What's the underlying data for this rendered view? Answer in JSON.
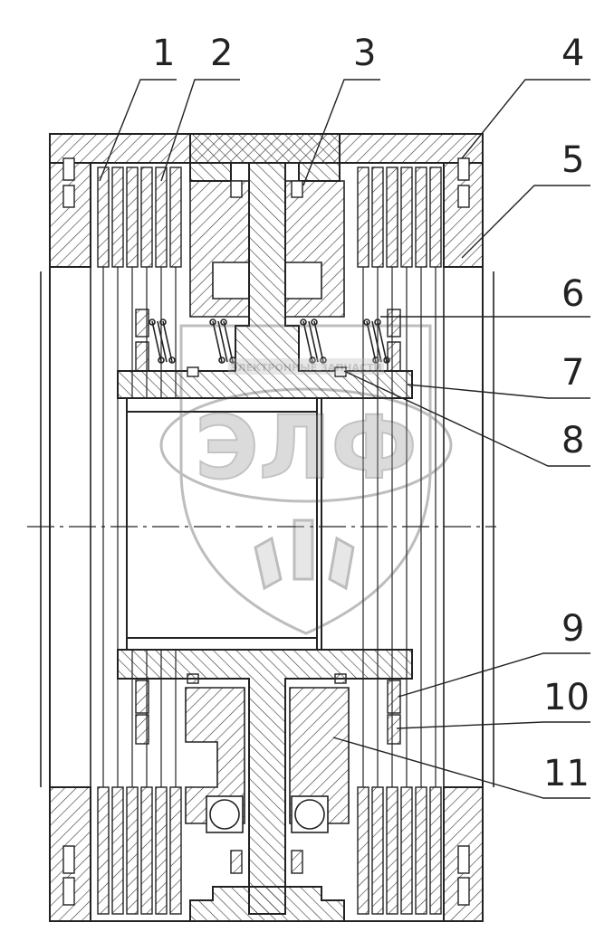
{
  "diagram": {
    "callouts": [
      "1",
      "2",
      "3",
      "4",
      "5",
      "6",
      "7",
      "8",
      "9",
      "10",
      "11"
    ],
    "watermark": {
      "text": "ЭЛФ",
      "banner": "ЭЛЕКТРОННЫЕ ЗАПЧАСТИ"
    }
  }
}
